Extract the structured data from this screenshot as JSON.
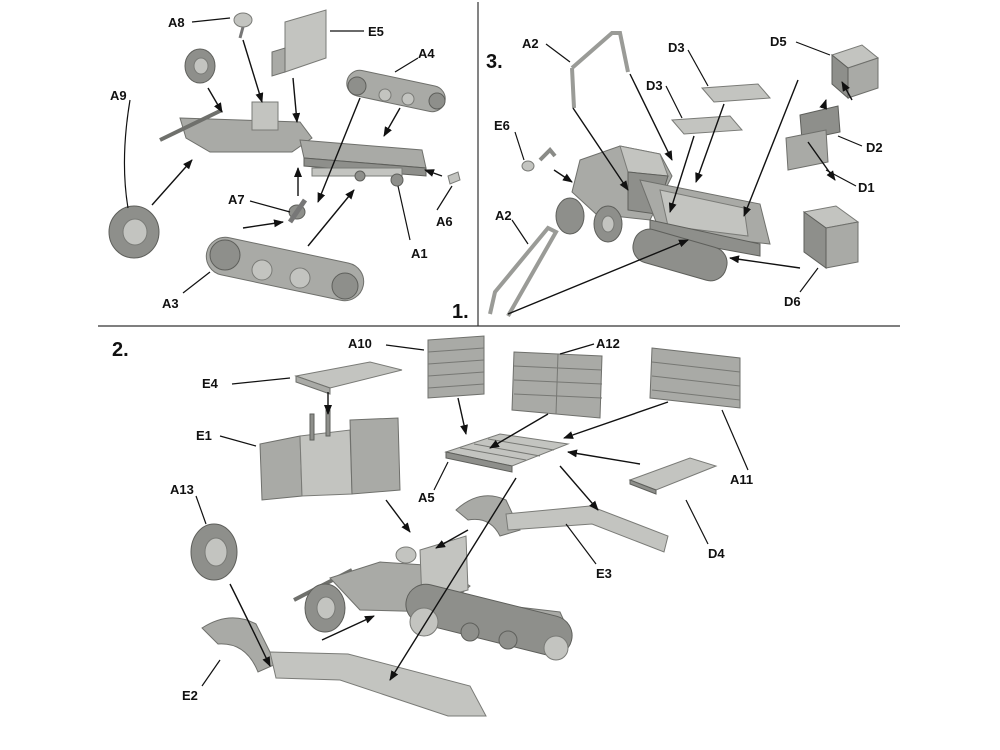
{
  "steps": {
    "step1": "1.",
    "step2": "2.",
    "step3": "3."
  },
  "panel1": {
    "labels": [
      "A8",
      "E5",
      "A4",
      "A9",
      "A7",
      "A6",
      "A1",
      "A3"
    ]
  },
  "panel3": {
    "labels": [
      "A2",
      "D3",
      "D3",
      "D5",
      "E6",
      "D2",
      "D1",
      "A2",
      "D6"
    ]
  },
  "panel2": {
    "labels": [
      "A10",
      "A12",
      "E4",
      "E1",
      "A5",
      "A11",
      "A13",
      "E3",
      "D4",
      "E2"
    ]
  }
}
